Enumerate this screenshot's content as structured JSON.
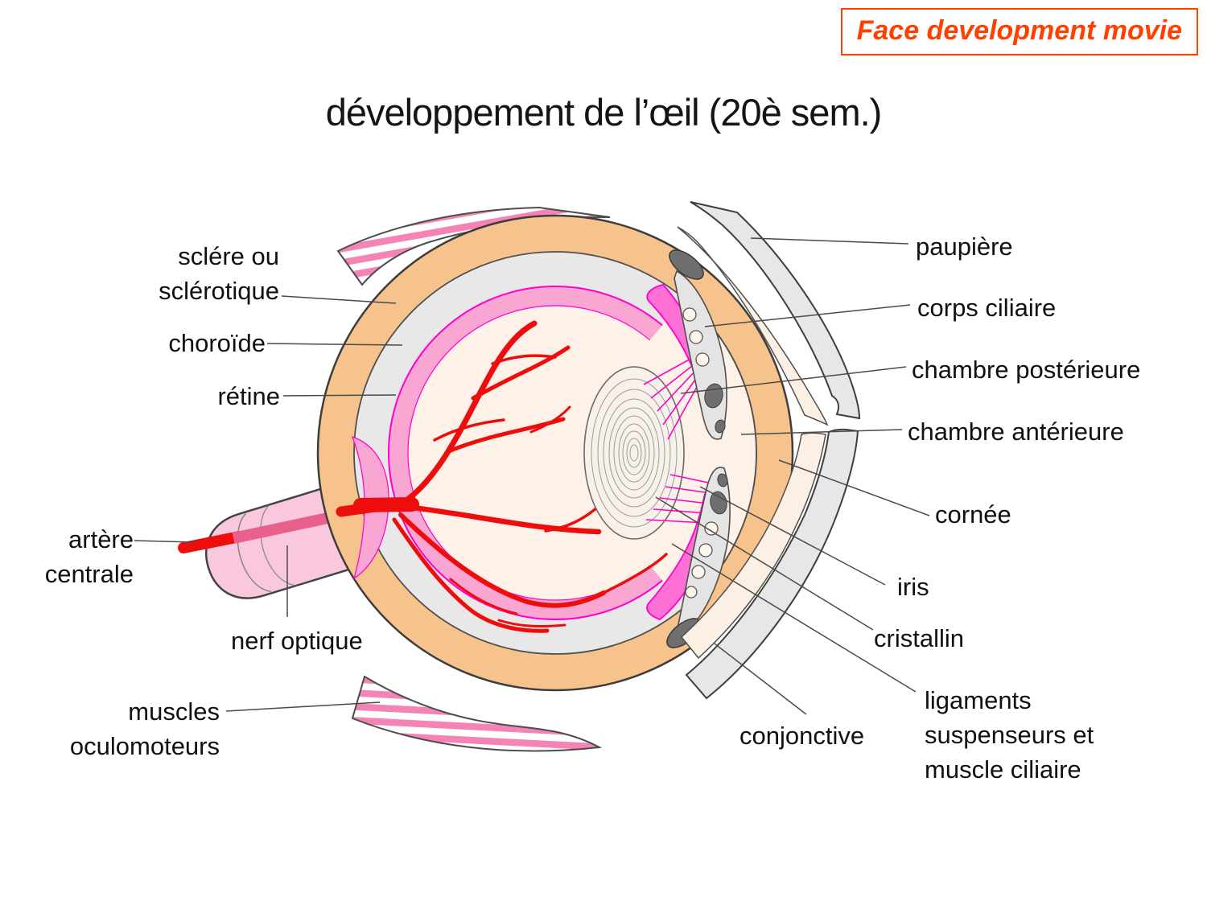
{
  "slide": {
    "title": "développement de l’œil (20è sem.)"
  },
  "movie_button": {
    "label": "Face development movie"
  },
  "diagram": {
    "labels": {
      "sclera": "sclére ou\nsclérotique",
      "choroid": "choroïde",
      "retina": "rétine",
      "central_artery": "artère\ncentrale",
      "optic_nerve": "nerf optique",
      "oculomotor_muscles": "muscles\noculomoteurs",
      "eyelid": "paupière",
      "ciliary_body": "corps ciliaire",
      "posterior_chamber": "chambre postérieure",
      "anterior_chamber": "chambre antérieure",
      "cornea": "cornée",
      "iris": "iris",
      "lens": "cristallin",
      "suspensory_ligaments": "ligaments\nsuspenseurs et\nmuscle ciliaire",
      "conjunctiva": "conjonctive"
    },
    "colors": {
      "sclera_fill": "#F7C38C",
      "choroid_fill": "#E8E8E8",
      "retina_fill": "#F9A6D3",
      "retina_edge": "#FF00CC",
      "vitreous_fill": "#FDF1E8",
      "lens_fill": "#F8F1EA",
      "vessel_red": "#EE0D0D",
      "nerve_pink": "#F9C8DE",
      "artery_rose": "#E8608C",
      "muscle_stripe_pink": "#F583B5",
      "ciliary_magenta": "#FF70D4",
      "iris_gray": "#E4E4E4",
      "eyelid_gray": "#E7E7E7",
      "accent_orange": "#FF4000"
    }
  }
}
